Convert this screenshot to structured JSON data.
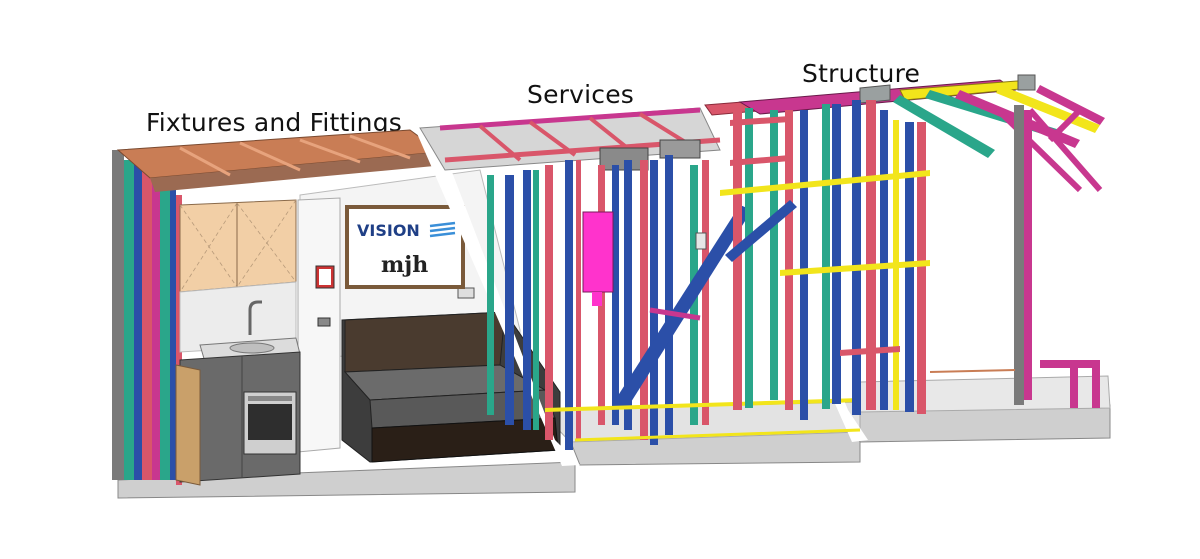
{
  "labels": {
    "fixtures": "Fixtures and Fittings",
    "services": "Services",
    "structure": "Structure"
  },
  "sign": {
    "brand": "VISION",
    "logo_text": "mjh"
  },
  "colors": {
    "red_stud": "#d9566a",
    "blue_stud": "#2b4fa8",
    "green_stud": "#2aa68a",
    "magenta_stud": "#c8378f",
    "yellow_track": "#f2e51b",
    "orange_beam": "#c97d55",
    "cabinet": "#f2cfa6",
    "floor": "#c6c6c6",
    "bed": "#4a4a4a",
    "brand_blue": "#1f3f86"
  }
}
